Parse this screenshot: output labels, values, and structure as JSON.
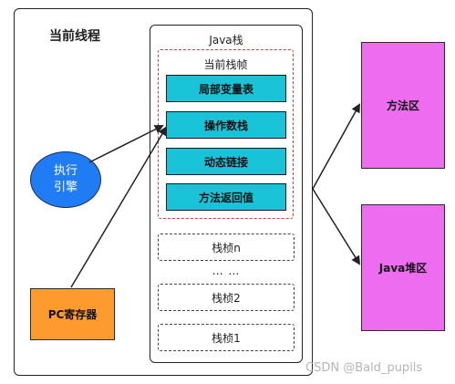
{
  "thread_title": "当前线程",
  "java_stack_title": "Java栈",
  "current_frame_title": "当前栈帧",
  "frame_items": [
    "局部变量表",
    "操作数栈",
    "动态链接",
    "方法返回值"
  ],
  "stack_frames": [
    "栈桢n",
    "栈桢2",
    "栈桢1"
  ],
  "ellipsis": "… …",
  "exec_engine": {
    "line1": "执行",
    "line2": "引擎"
  },
  "pc_register": "PC寄存器",
  "method_area": "方法区",
  "heap_area": "Java堆区",
  "watermark": "CSDN @Bald_pupils",
  "colors": {
    "frame_item": "#19c4d8",
    "exec_engine": "#1f7cf5",
    "pc_register": "#ff9b2e",
    "areas": "#ee6cf0",
    "current_frame_border": "#d93b3b"
  }
}
